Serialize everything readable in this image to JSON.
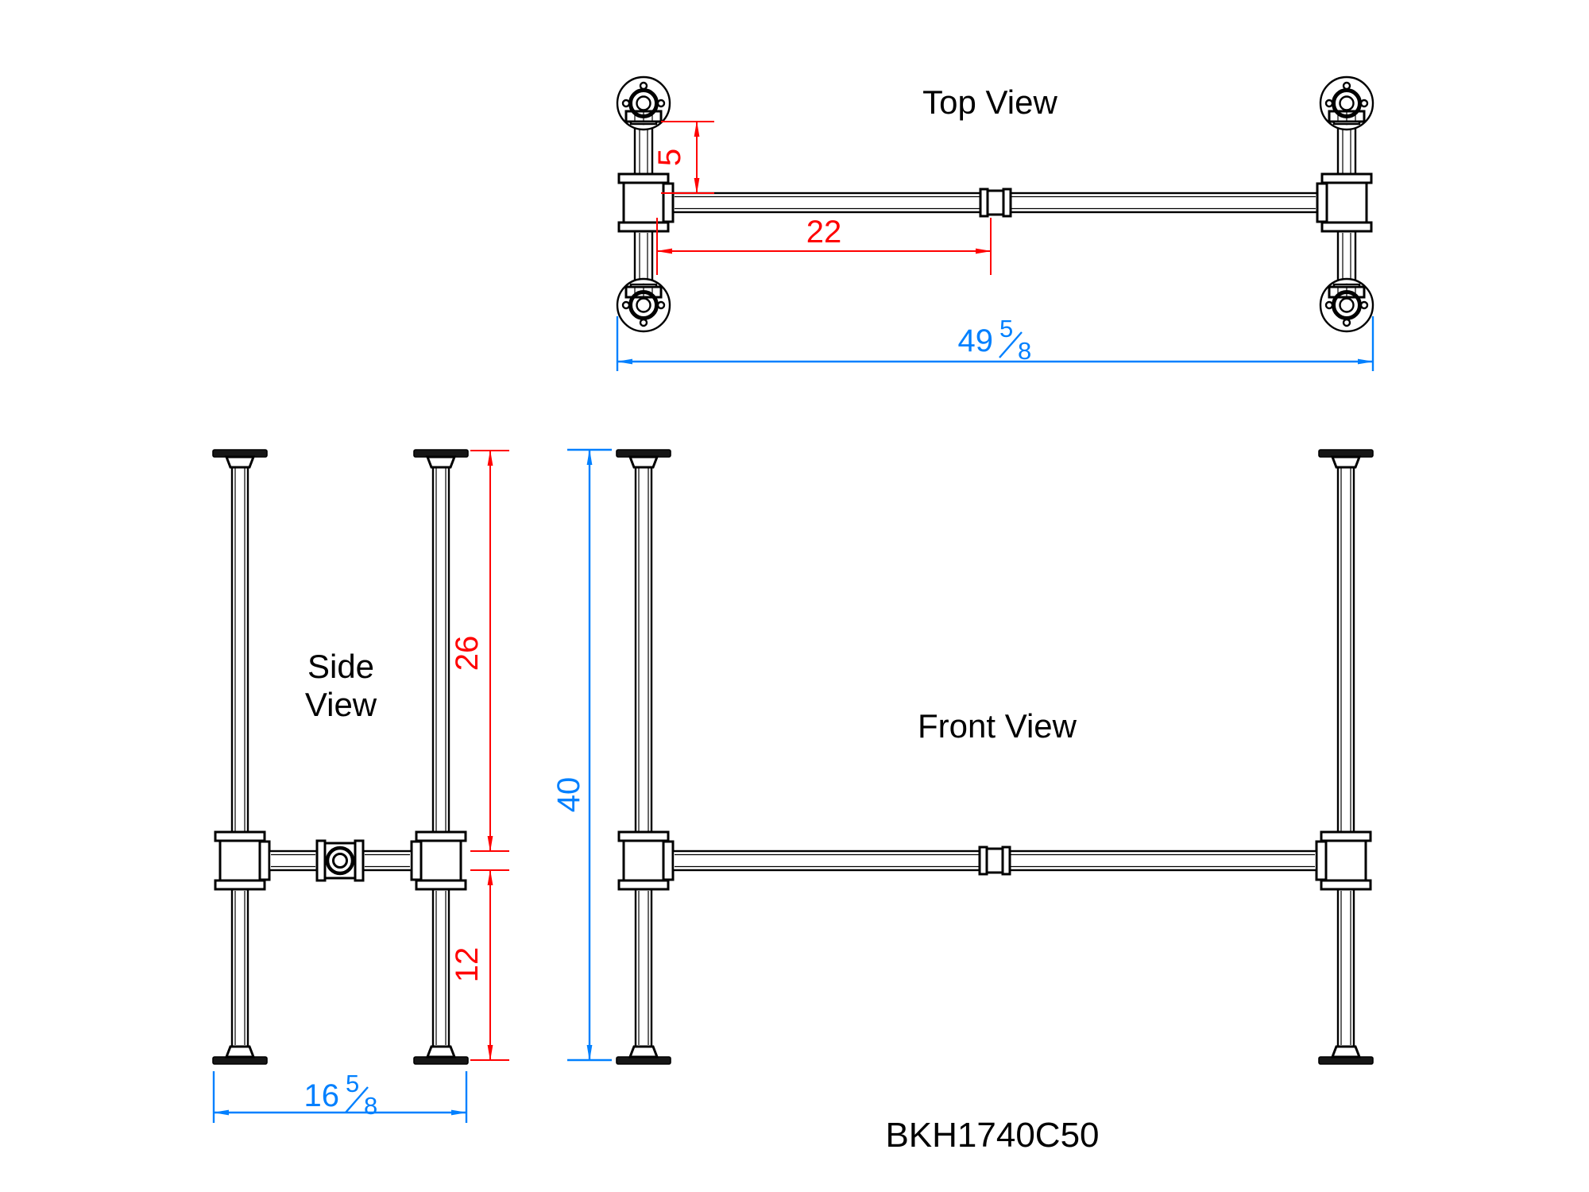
{
  "drawing": {
    "part_number": "BKH1740C50",
    "views": {
      "top": "Top View",
      "side_line1": "Side",
      "side_line2": "View",
      "front": "Front View"
    },
    "colors": {
      "geometry": "#000000",
      "red_dimension": "#ff0000",
      "blue_dimension": "#0080ff",
      "background": "#ffffff"
    },
    "dimensions": {
      "flange_to_rail_offset": {
        "value": "5",
        "color": "red",
        "view": "top"
      },
      "rail_segment_length": {
        "value": "22",
        "color": "red",
        "view": "top"
      },
      "overall_width": {
        "whole": "49",
        "numerator": "5",
        "denominator": "8",
        "full": "49 5/8",
        "color": "blue",
        "view": "top"
      },
      "upper_leg_height": {
        "value": "26",
        "color": "red",
        "view": "side"
      },
      "lower_leg_height": {
        "value": "12",
        "color": "red",
        "view": "side"
      },
      "overall_depth": {
        "whole": "16",
        "numerator": "5",
        "denominator": "8",
        "full": "16 5/8",
        "color": "blue",
        "view": "side"
      },
      "overall_height": {
        "value": "40",
        "color": "blue",
        "view": "front"
      }
    }
  }
}
